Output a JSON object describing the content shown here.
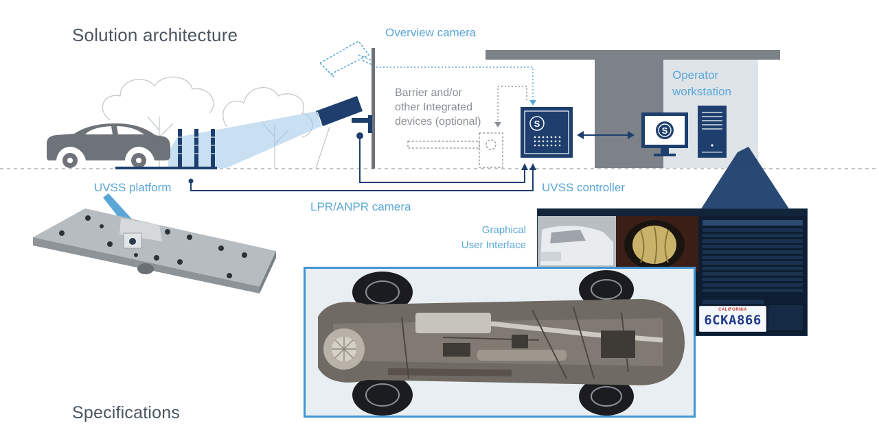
{
  "headings": {
    "solution_architecture": "Solution architecture",
    "specifications": "Specifications"
  },
  "labels": {
    "overview_camera": "Overview camera",
    "barrier_devices": [
      "Barrier and/or",
      "other Integrated",
      "devices (optional)"
    ],
    "operator_workstation": [
      "Operator",
      "workstation"
    ],
    "uvss_platform": "UVSS platform",
    "uvss_controller": "UVSS controller",
    "lpr_anpr_camera": "LPR/ANPR camera",
    "graphical_user_interface": [
      "Graphical",
      "User Interface"
    ]
  },
  "license_plate": {
    "state": "CALIFORNIA",
    "number": "6CKA866"
  },
  "colors": {
    "accent_blue": "#3f95d3",
    "label_blue": "#5aa6d6",
    "dark_navy": "#1e3f6e",
    "grey": "#8a8f94",
    "car_grey": "#6e737a"
  },
  "icons": {
    "logo": "s-circle-logo-icon",
    "bidirectional": "double-arrow-icon"
  }
}
